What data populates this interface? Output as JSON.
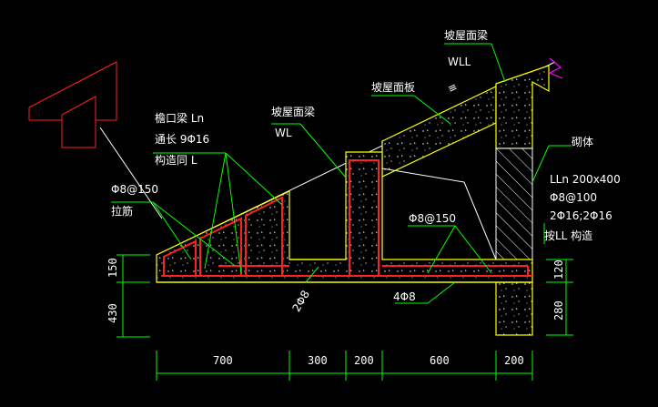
{
  "labels": {
    "eave_beam": "檐口梁 Ln",
    "through_length": "通长 9Φ16",
    "construction": "构造同 L",
    "stirrup": "Φ8@150",
    "tie_bar": "拉筋",
    "roof_beam": "坡屋面梁",
    "roof_beam_code": "WL",
    "roof_slab": "坡屋面板",
    "roof_beam_top": "坡屋面梁",
    "roof_beam_top_code": "WLL",
    "slope_mark": "≡",
    "masonry": "砌体",
    "lintel_size": "LLn 200x400",
    "lintel_stirrup": "Φ8@100",
    "lintel_bars": "2Φ16;2Φ16",
    "lintel_note": "按LL 构造",
    "slab_stirrup": "Φ8@150",
    "bar_2": "2Φ8",
    "bar_4": "4Φ8"
  },
  "dimensions": {
    "horizontal": [
      "700",
      "300",
      "200",
      "600",
      "200"
    ],
    "left_vertical": [
      "150",
      "430"
    ],
    "right_vertical": [
      "120",
      "280"
    ]
  },
  "colors": {
    "line_green": "#00ff00",
    "line_yellow": "#ffff00",
    "rebar_red": "#ff2020",
    "text_white": "#ffffff",
    "marker_magenta": "#ff00ff",
    "background": "#000000"
  }
}
